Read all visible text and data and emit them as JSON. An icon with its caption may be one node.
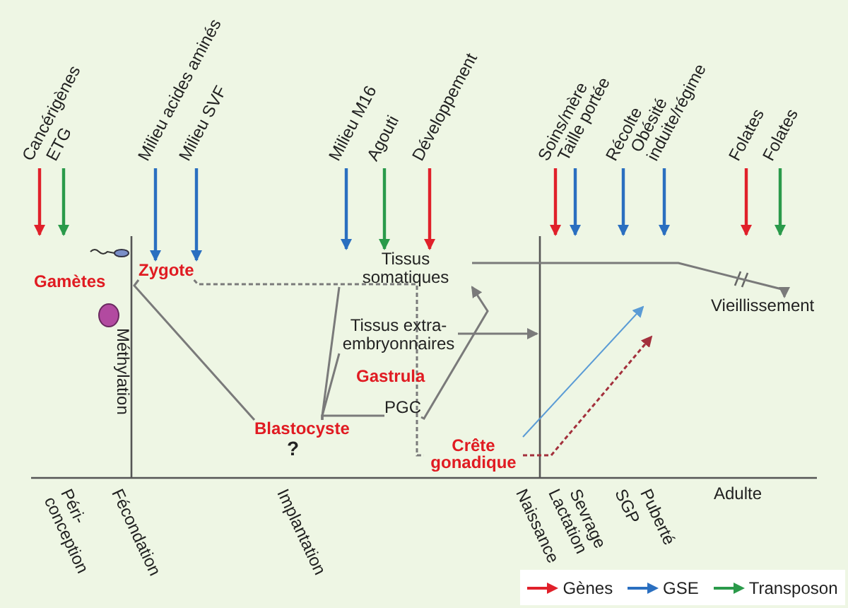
{
  "diagram": {
    "nodes": [
      {
        "text": [
          "Cancérigènes"
        ]
      },
      {
        "text": [
          "ETG"
        ]
      },
      {
        "text": [
          "Milieu acides aminés"
        ]
      },
      {
        "text": [
          "Milieu SVF"
        ]
      },
      {
        "text": [
          "Milieu M16"
        ]
      },
      {
        "text": [
          "Agouti"
        ]
      },
      {
        "text": [
          "Développement"
        ]
      },
      {
        "text": [
          "Soins/mère"
        ]
      },
      {
        "text": [
          "Taille portée"
        ]
      },
      {
        "text": [
          "Récolte"
        ]
      },
      {
        "text": [
          "Obésité induite/régime"
        ]
      },
      {
        "text": [
          "Folates"
        ]
      },
      {
        "text": [
          "Folates"
        ]
      },
      {
        "text": [
          "Zygote"
        ]
      },
      {
        "text": [
          "Blastocyste"
        ]
      },
      {
        "text": [
          "Tissus somatiques"
        ]
      },
      {
        "text": [
          "Tissus extra-embryonnaires"
        ]
      },
      {
        "text": [
          "PGC"
        ]
      },
      {
        "text": [
          "Crête gonadique"
        ]
      },
      {
        "text": [
          "Vieillissement"
        ]
      }
    ],
    "edges": [
      {
        "from": 0,
        "to": null,
        "arrow": "to",
        "color": "#e0202a"
      },
      {
        "from": 1,
        "to": null,
        "arrow": "to",
        "color": "#2a9a4a"
      },
      {
        "from": 2,
        "to": 13,
        "arrow": "to",
        "color": "#2a6fc0"
      },
      {
        "from": 3,
        "to": 13,
        "arrow": "to",
        "color": "#2a6fc0"
      },
      {
        "from": 4,
        "to": 15,
        "arrow": "to",
        "color": "#2a6fc0"
      },
      {
        "from": 5,
        "to": 15,
        "arrow": "to",
        "color": "#2a9a4a"
      },
      {
        "from": 6,
        "to": 15,
        "arrow": "to",
        "color": "#e0202a"
      },
      {
        "from": 7,
        "to": null,
        "arrow": "to",
        "color": "#e0202a"
      },
      {
        "from": 8,
        "to": null,
        "arrow": "to",
        "color": "#2a6fc0"
      },
      {
        "from": 9,
        "to": null,
        "arrow": "to",
        "color": "#2a6fc0"
      },
      {
        "from": 10,
        "to": null,
        "arrow": "to",
        "color": "#2a6fc0"
      },
      {
        "from": 11,
        "to": null,
        "arrow": "to",
        "color": "#e0202a"
      },
      {
        "from": 12,
        "to": null,
        "arrow": "to",
        "color": "#2a9a4a"
      },
      {
        "from": 13,
        "to": 14,
        "arrow": "none"
      },
      {
        "from": 14,
        "to": 15,
        "arrow": "none"
      },
      {
        "from": 14,
        "to": 16,
        "arrow": "none"
      },
      {
        "from": 14,
        "to": 17,
        "arrow": "none"
      },
      {
        "from": 15,
        "to": 19,
        "arrow": "to"
      },
      {
        "from": 16,
        "to": null,
        "arrow": "to"
      },
      {
        "from": 17,
        "to": 15,
        "arrow": "to"
      },
      {
        "from": 13,
        "to": 18,
        "arrow": "none",
        "style": "dashed"
      },
      {
        "from": 18,
        "to": null,
        "arrow": "to",
        "style": "dashed",
        "color": "#a3303c"
      },
      {
        "from": 18,
        "to": null,
        "arrow": "to",
        "color": "#5a9bd5"
      }
    ],
    "labels": [
      "Gamètes",
      "Gastrula",
      "?",
      "Méthylation",
      "Péri-conception",
      "Fécondation",
      "Implantation",
      "Naissance",
      "Lactation",
      "Sevrage",
      "SGP",
      "Puberté",
      "Adulte"
    ],
    "legend": [
      {
        "text": "Gènes",
        "color": "#e0202a"
      },
      {
        "text": "GSE",
        "color": "#2a6fc0"
      },
      {
        "text": "Transposon",
        "color": "#2a9a4a"
      }
    ]
  }
}
